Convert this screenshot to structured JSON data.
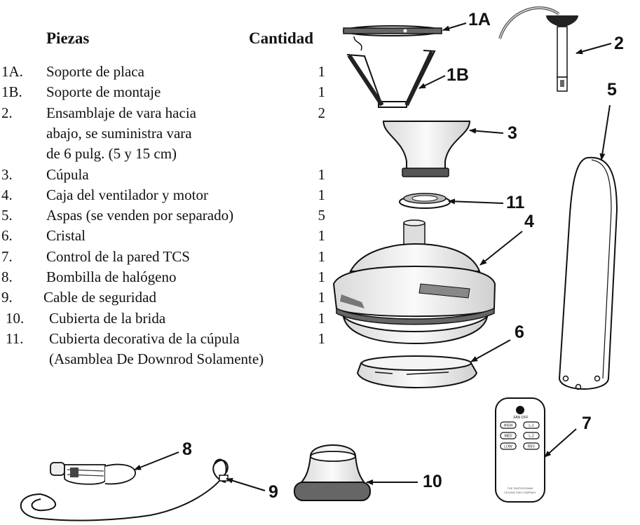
{
  "header": {
    "pieces": "Piezas",
    "quantity": "Cantidad"
  },
  "parts": [
    {
      "num": "1A.",
      "label": "Soporte de placa",
      "qty": "1"
    },
    {
      "num": "1B.",
      "label": "Soporte de montaje",
      "qty": "1"
    },
    {
      "num": "2.",
      "label": "Ensamblaje de vara hacia",
      "qty": "2"
    },
    {
      "num": "",
      "label": "abajo, se suministra vara",
      "qty": ""
    },
    {
      "num": "",
      "label": "de 6 pulg. (5 y 15 cm)",
      "qty": ""
    },
    {
      "num": "3.",
      "label": "Cúpula",
      "qty": "1"
    },
    {
      "num": "4.",
      "label": "Caja del ventilador y motor",
      "qty": "1"
    },
    {
      "num": "5.",
      "label": "Aspas (se venden por separado)",
      "qty": "5"
    },
    {
      "num": "6.",
      "label": "Cristal",
      "qty": "1"
    },
    {
      "num": "7.",
      "label": "Control de la pared TCS",
      "qty": "1"
    },
    {
      "num": "8.",
      "label": "Bombilla de halógeno",
      "qty": "1"
    },
    {
      "num": "9.",
      "label": "Cable de seguridad",
      "qty": "1"
    },
    {
      "num": "10.",
      "label": "Cubierta de la brida",
      "qty": "1"
    },
    {
      "num": "11.",
      "label": "Cubierta decorativa de la cúpula",
      "qty": "1"
    },
    {
      "num": "",
      "label": "(Asamblea De Downrod Solamente)",
      "qty": ""
    }
  ],
  "callouts": {
    "c1a": "1A",
    "c1b": "1B",
    "c2": "2",
    "c3": "3",
    "c4": "4",
    "c5": "5",
    "c6": "6",
    "c7": "7",
    "c8": "8",
    "c9": "9",
    "c10": "10",
    "c11": "11"
  },
  "remote": {
    "power_label": "FAN OFF",
    "buttons": [
      "HIGH",
      "L-1",
      "MED",
      "L-2",
      "LOW",
      "REV"
    ],
    "brand_line1": "THE SMITHSONIAN",
    "brand_line2": "CEILING FAN COMPANY"
  }
}
